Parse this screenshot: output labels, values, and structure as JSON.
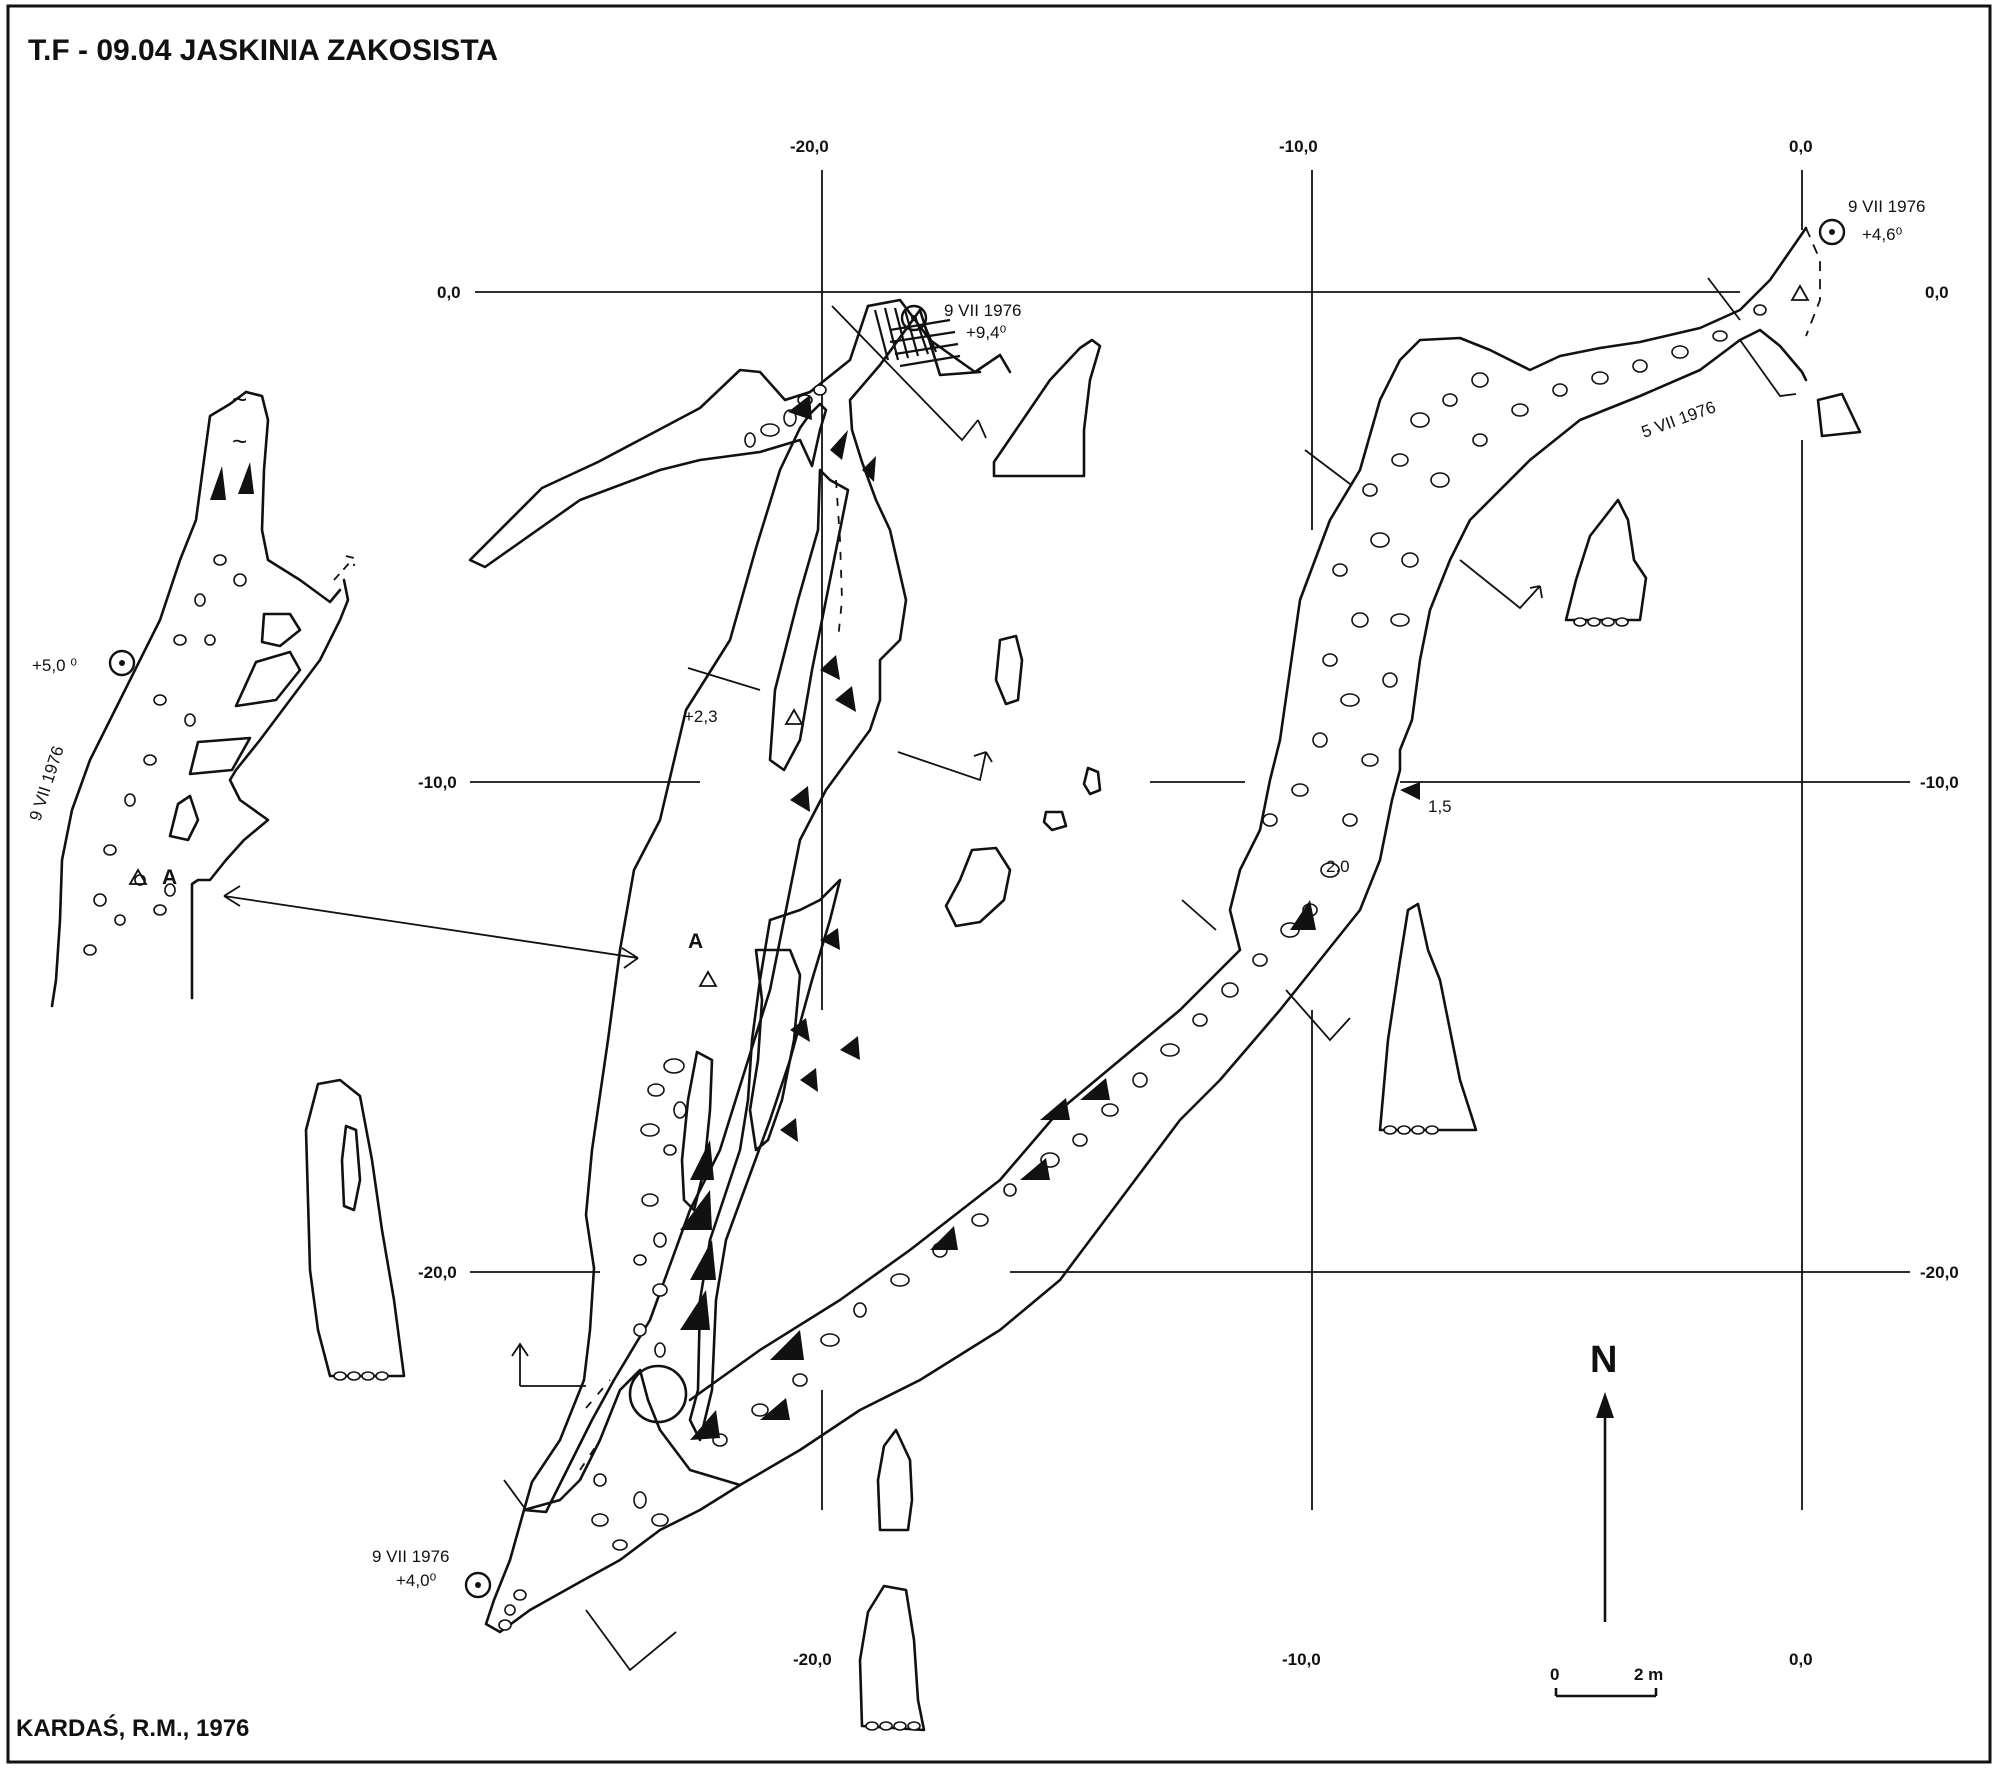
{
  "title": "T.F - 09.04  JASKINIA ZAKOSISTA",
  "author": "KARDAŚ, R.M., 1976",
  "north_label": "N",
  "scale_bar": {
    "start_label": "0",
    "end_label": "2 m"
  },
  "grid": {
    "top_labels": [
      "-20,0",
      "-10,0",
      "0,0"
    ],
    "bottom_labels": [
      "-20,0",
      "-10,0",
      "0,0"
    ],
    "left_labels": [
      "0,0",
      "-10,0",
      "-20,0"
    ],
    "right_labels": [
      "0,0",
      "-10,0",
      "-20,0"
    ]
  },
  "stations": [
    {
      "date": "9 VII 1976",
      "temp": "+9,4⁰"
    },
    {
      "date": "9 VII 1976",
      "temp": "+4,6⁰"
    },
    {
      "date": "9 VII 1976",
      "temp": "+4,0⁰"
    },
    {
      "date": "9 VII 1976",
      "temp": "+5,0 ⁰"
    }
  ],
  "annotations": {
    "survey_date_east": "5 VII 1976",
    "depth_a": "+2,3",
    "depth_b": "1,5",
    "depth_c": "2,0",
    "point_a": "A",
    "point_a_inset": "A"
  },
  "colors": {
    "ink": "#111111",
    "paper": "#ffffff"
  }
}
